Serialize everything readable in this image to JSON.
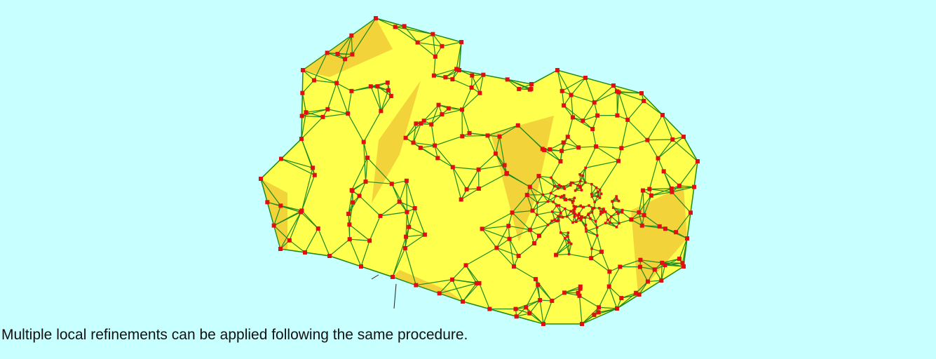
{
  "caption": "Multiple local refinements can be applied following the same procedure.",
  "colors": {
    "background": "#c8ffff",
    "surface": "#ffff4d",
    "surface_shaded": "#f2d43a",
    "edges": "#1e8a1e",
    "nodes": "#e01010",
    "axis": "#222222"
  },
  "icons": [
    "mesh-model",
    "axis-triad"
  ]
}
